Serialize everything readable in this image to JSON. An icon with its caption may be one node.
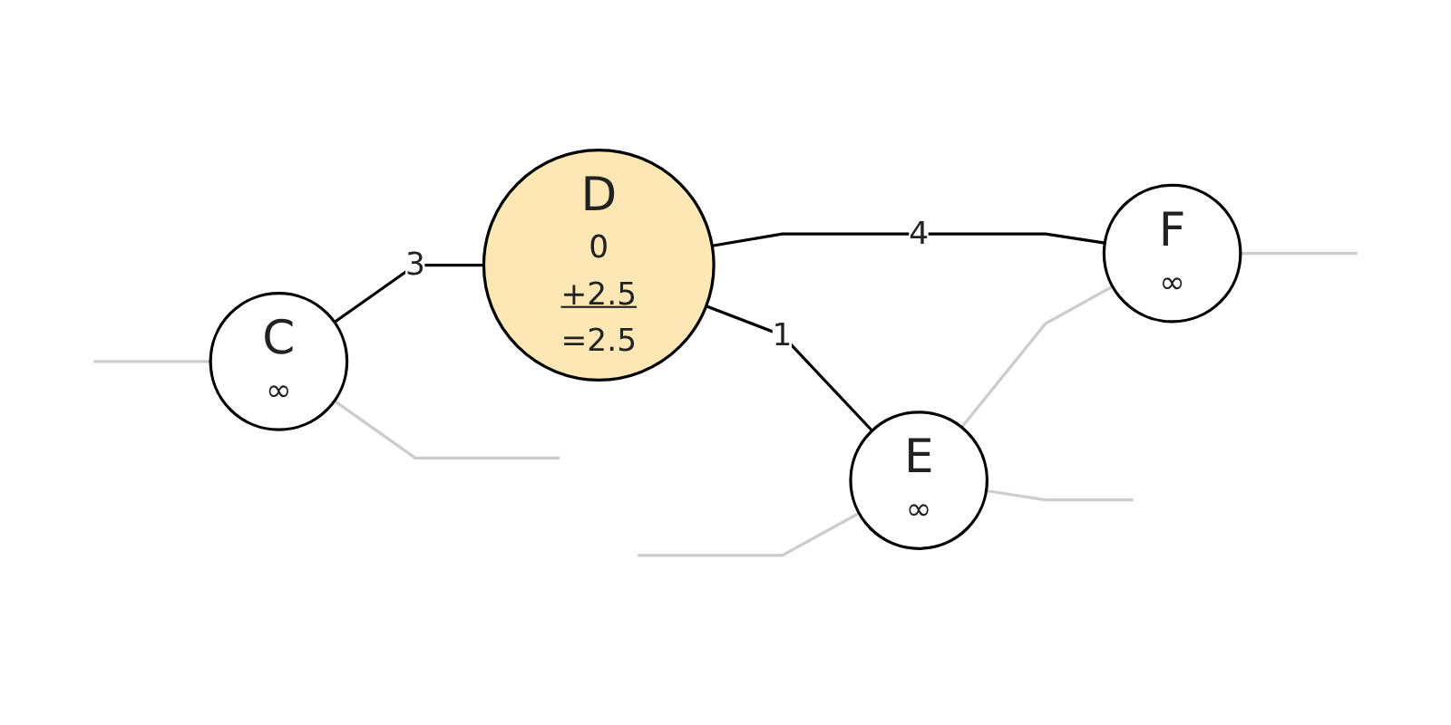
{
  "diagram": {
    "nodes": [
      {
        "text": [
          "C",
          "∞"
        ]
      },
      {
        "text": [
          "D",
          "0",
          "+2.5",
          "=2.5"
        ]
      },
      {
        "text": [
          "E",
          "∞"
        ]
      },
      {
        "text": [
          "F",
          "∞"
        ]
      }
    ],
    "edges": [
      {
        "from": 0,
        "to": 1,
        "arrow": "none",
        "label": "3",
        "color": "#000000"
      },
      {
        "from": 1,
        "to": 2,
        "arrow": "none",
        "label": "1",
        "color": "#000000"
      },
      {
        "from": 1,
        "to": 3,
        "arrow": "none",
        "label": "4",
        "color": "#000000"
      },
      {
        "from": 2,
        "to": 3,
        "arrow": "none"
      },
      {
        "from": null,
        "to": 0,
        "arrow": "none"
      },
      {
        "from": 0,
        "to": null,
        "arrow": "none"
      },
      {
        "from": null,
        "to": 2,
        "arrow": "none"
      },
      {
        "from": 2,
        "to": null,
        "arrow": "none"
      },
      {
        "from": 3,
        "to": null,
        "arrow": "none"
      }
    ]
  }
}
